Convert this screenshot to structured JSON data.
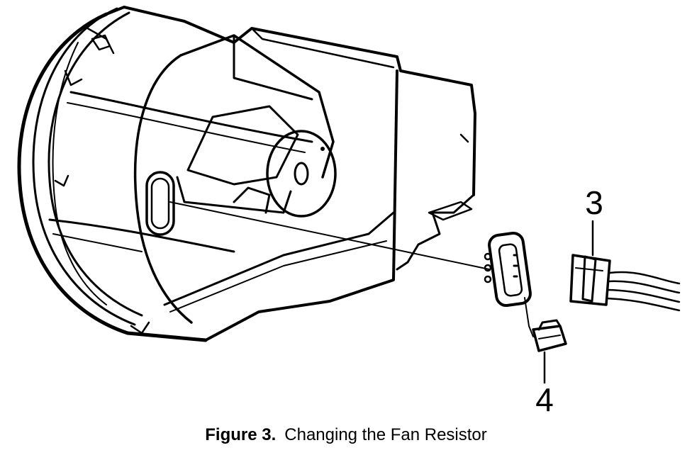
{
  "figure": {
    "caption_label": "Figure 3.",
    "caption_text": "Changing the Fan Resistor",
    "callouts": {
      "part_3": "3",
      "part_4": "4"
    }
  },
  "colors": {
    "ink": "#000000",
    "paper": "#ffffff"
  }
}
